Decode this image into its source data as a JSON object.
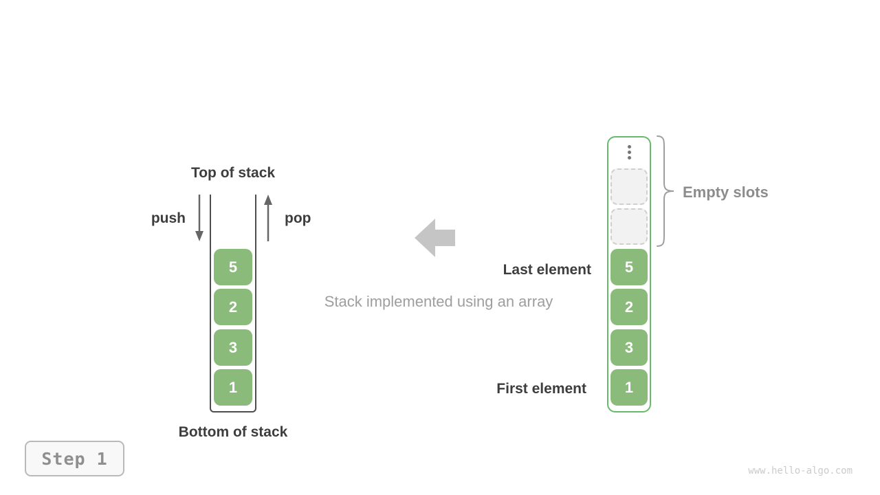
{
  "figure": {
    "caption": "Stack implemented using an array",
    "watermark": "www.hello-algo.com"
  },
  "step_badge": {
    "label": "Step 1"
  },
  "stack_diagram": {
    "top_label": "Top of stack",
    "bottom_label": "Bottom of stack",
    "push_label": "push",
    "pop_label": "pop",
    "values": [
      "5",
      "2",
      "3",
      "1"
    ]
  },
  "array_diagram": {
    "empty_slots_label": "Empty slots",
    "last_element_label": "Last element",
    "first_element_label": "First element",
    "empty_slot_count": 2,
    "values": [
      "5",
      "2",
      "3",
      "1"
    ],
    "icons": [
      "vertical-ellipsis-icon",
      "curly-brace",
      "left-block-arrow",
      "push-down-arrow",
      "pop-up-arrow"
    ]
  },
  "colors": {
    "cell_green": "#8abb7a",
    "container_border_green": "#66bb6a",
    "dark_text": "#3d3d3d",
    "caption_gray": "#9e9e9e",
    "empty_label_gray": "#8c8c8c",
    "arrow_gray": "#666666",
    "block_arrow_gray": "#c5c5c5",
    "stack_wall_gray": "#4d4d4d",
    "slot_fill": "#f2f2f2",
    "slot_border": "#cfcfcf",
    "step_text_gray": "#8f8f8f",
    "watermark_gray": "#cbcbcb"
  }
}
